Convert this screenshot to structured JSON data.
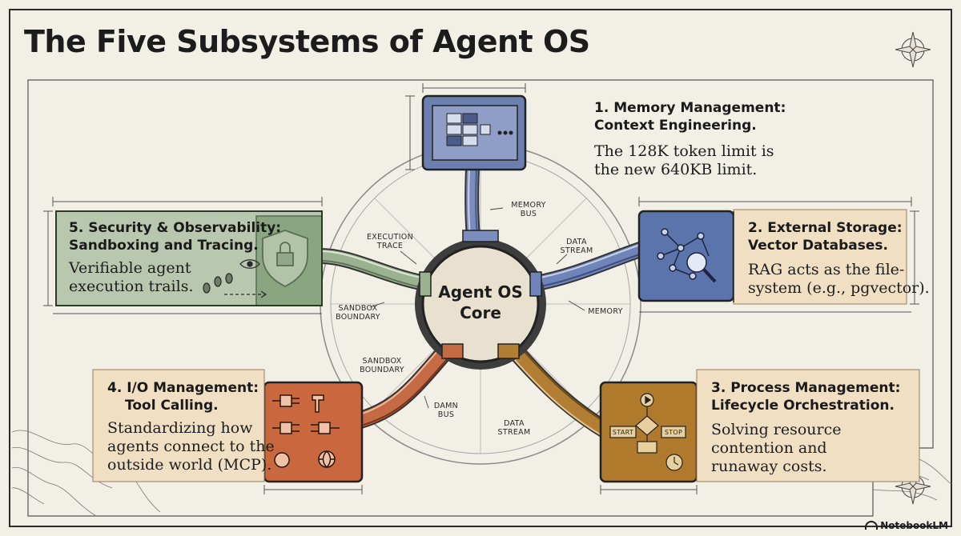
{
  "title": "The Five Subsystems of Agent OS",
  "core": {
    "line1": "Agent OS",
    "line2": "Core"
  },
  "subsystems": [
    {
      "head1": "1. Memory Management:",
      "head2": "Context Engineering.",
      "body1": "The 128K token limit is",
      "body2": "the new 640KB limit.",
      "color": "#6b7fb0",
      "icon": "memory-chip-icon"
    },
    {
      "head1": "2. External Storage:",
      "head2": "Vector Databases.",
      "body1": "RAG acts as the file-",
      "body2": "system (e.g., pgvector).",
      "color": "#5c74ac",
      "icon": "vector-search-icon"
    },
    {
      "head1": "3. Process Management:",
      "head2": "Lifecycle Orchestration.",
      "body1": "Solving resource",
      "body2": "contention and",
      "body3": "runaway costs.",
      "color": "#b07a2c",
      "icon": "flowchart-icon",
      "start": "START",
      "stop": "STOP"
    },
    {
      "head1": "4. I/O Management:",
      "head2": "Tool Calling.",
      "body1": "Standardizing how",
      "body2": "agents connect to the",
      "body3": "outside world (MCP).",
      "color": "#c9673f",
      "icon": "tools-plug-icon"
    },
    {
      "head1": "5. Security & Observability:",
      "head2": "Sandboxing and Tracing.",
      "body1": "Verifiable agent",
      "body2": "execution trails.",
      "color": "#8ba682",
      "icon": "shield-lock-icon"
    }
  ],
  "connector_labels": {
    "memory_bus": [
      "MEMORY",
      "BUS"
    ],
    "data_stream_top": [
      "DATA",
      "STREAM"
    ],
    "memory": [
      "MEMORY"
    ],
    "execution_trace": [
      "EXECUTION",
      "TRACE"
    ],
    "sandbox_boundary_left": [
      "SANDBOX",
      "BOUNDARY"
    ],
    "sandbox_boundary_low": [
      "SANDBOX",
      "BOUNDARY"
    ],
    "damn_bus": [
      "DAMN",
      "BUS"
    ],
    "data_stream_bottom": [
      "DATA",
      "STREAM"
    ]
  },
  "brand": "NotebookLM"
}
